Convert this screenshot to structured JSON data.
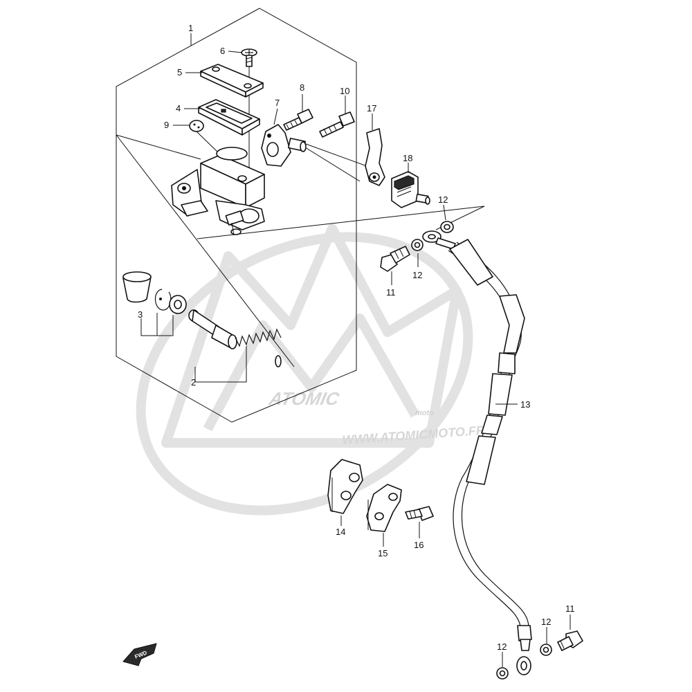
{
  "diagram": {
    "callouts": [
      {
        "id": "1",
        "text": "1"
      },
      {
        "id": "2",
        "text": "2"
      },
      {
        "id": "3",
        "text": "3"
      },
      {
        "id": "4",
        "text": "4"
      },
      {
        "id": "5",
        "text": "5"
      },
      {
        "id": "6",
        "text": "6"
      },
      {
        "id": "7",
        "text": "7"
      },
      {
        "id": "8",
        "text": "8"
      },
      {
        "id": "9",
        "text": "9"
      },
      {
        "id": "10",
        "text": "10"
      },
      {
        "id": "11a",
        "text": "11"
      },
      {
        "id": "11b",
        "text": "11"
      },
      {
        "id": "12a",
        "text": "12"
      },
      {
        "id": "12b",
        "text": "12"
      },
      {
        "id": "12c",
        "text": "12"
      },
      {
        "id": "12d",
        "text": "12"
      },
      {
        "id": "13",
        "text": "13"
      },
      {
        "id": "14",
        "text": "14"
      },
      {
        "id": "15",
        "text": "15"
      },
      {
        "id": "16",
        "text": "16"
      },
      {
        "id": "17",
        "text": "17"
      },
      {
        "id": "18",
        "text": "18"
      }
    ],
    "fwd_label": "FWD"
  },
  "watermark": {
    "brand": "ATOMIC",
    "sub": "moto",
    "url": "WWW.ATOMICMOTO.FR",
    "color": "#dcdcdc"
  }
}
